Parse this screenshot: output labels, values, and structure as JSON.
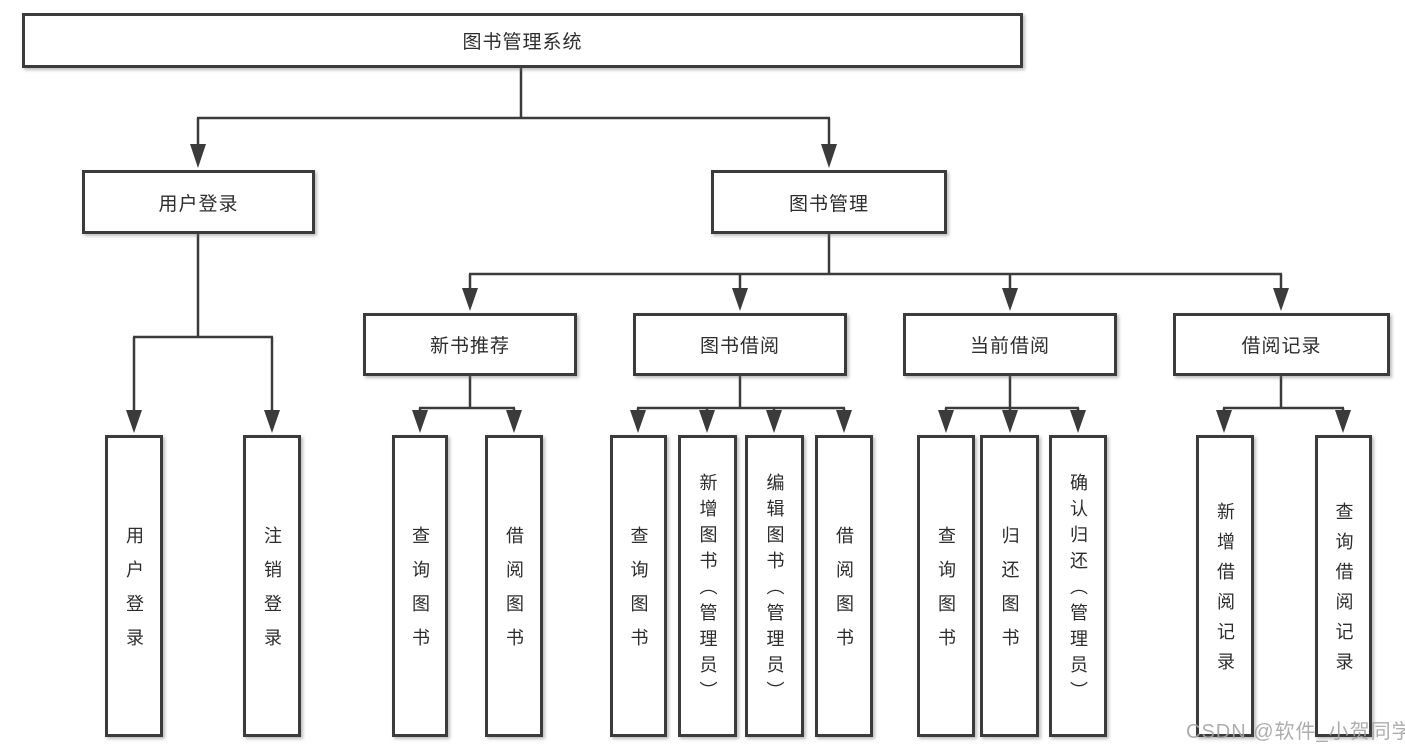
{
  "watermark": "CSDN @软件_小贺同学",
  "colors": {
    "line": "#3b3b3b",
    "box_border": "#3b3b3b",
    "text": "#2d2d2d",
    "watermark": "#a5a5a5",
    "background": "#ffffff"
  },
  "tree": {
    "label": "图书管理系统",
    "children": [
      {
        "label": "用户登录",
        "children": [
          {
            "label": "用户登录"
          },
          {
            "label": "注销登录"
          }
        ]
      },
      {
        "label": "图书管理",
        "children": [
          {
            "label": "新书推荐",
            "children": [
              {
                "label": "查询图书"
              },
              {
                "label": "借阅图书"
              }
            ]
          },
          {
            "label": "图书借阅",
            "children": [
              {
                "label": "查询图书"
              },
              {
                "label": "新增图书（管理员）"
              },
              {
                "label": "编辑图书（管理员）"
              },
              {
                "label": "借阅图书"
              }
            ]
          },
          {
            "label": "当前借阅",
            "children": [
              {
                "label": "查询图书"
              },
              {
                "label": "归还图书"
              },
              {
                "label": "确认归还（管理员）"
              }
            ]
          },
          {
            "label": "借阅记录",
            "children": [
              {
                "label": "新增借阅记录"
              },
              {
                "label": "查询借阅记录"
              }
            ]
          }
        ]
      }
    ]
  }
}
